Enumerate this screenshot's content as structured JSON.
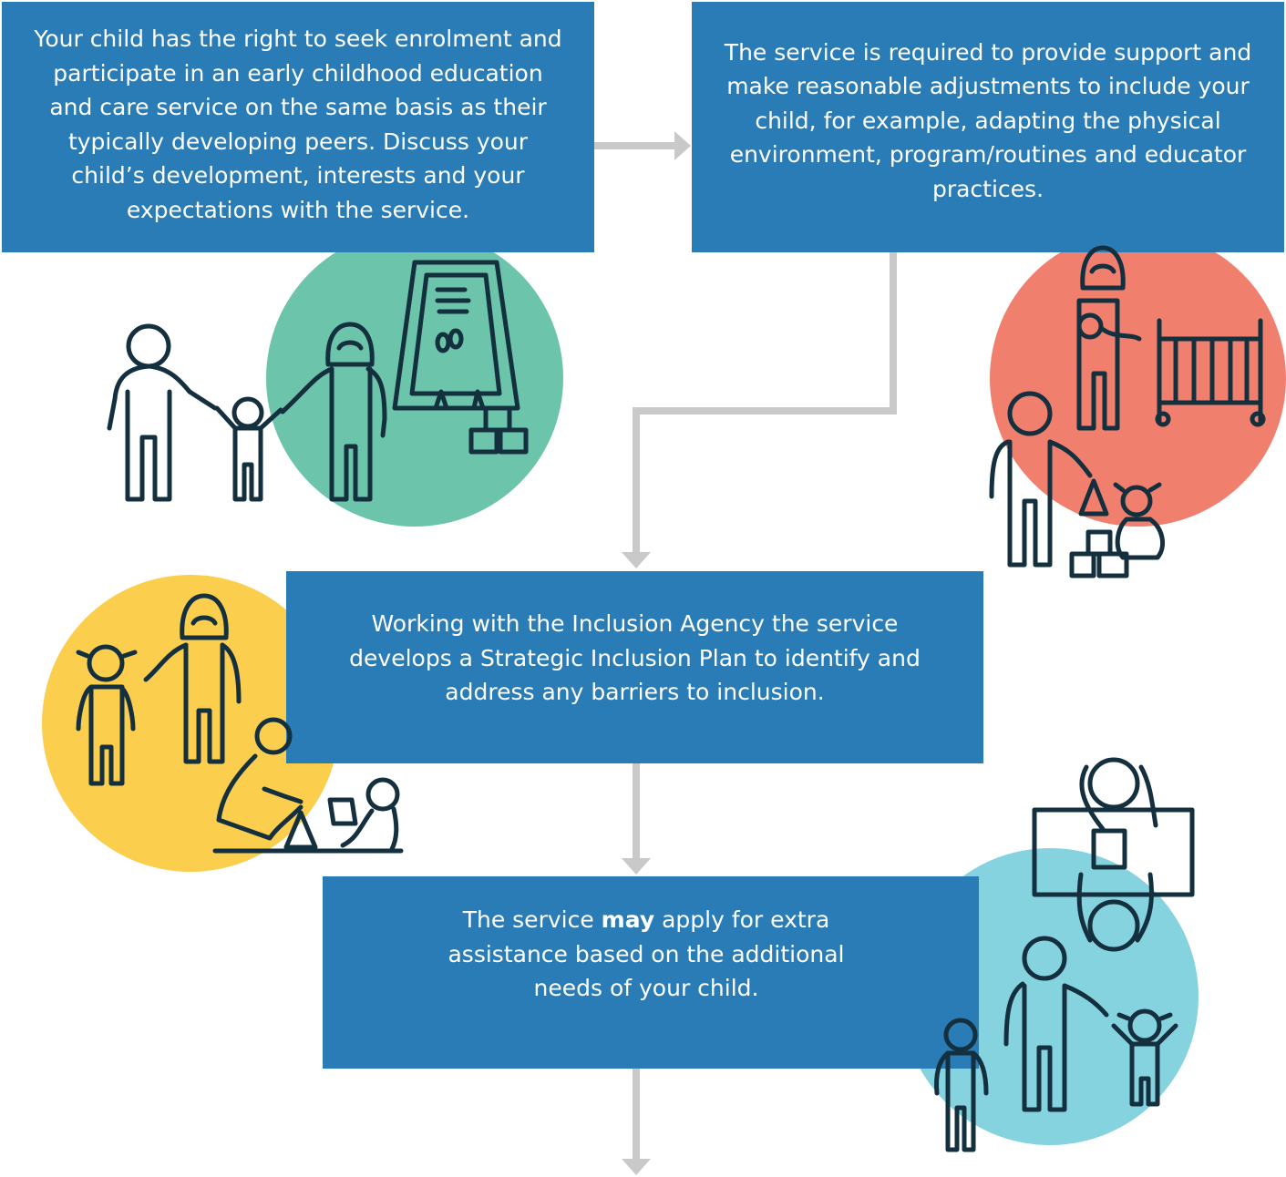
{
  "steps": [
    {
      "id": "enrolment",
      "text": "Your child has the right to seek enrolment and participate in an early childhood education and care service on the same basis as their typically developing peers. Discuss your child’s development, interests and your expectations with the service."
    },
    {
      "id": "adjustments",
      "text": "The service is required to provide support and make reasonable adjustments to include your child, for example, adapting the physical environment, program/routines and educator practices."
    },
    {
      "id": "inclusion-plan",
      "text": "Working with the Inclusion Agency the service develops a Strategic Inclusion Plan to identify and address any barriers to inclusion."
    },
    {
      "id": "extra-assistance",
      "text_before": "The service ",
      "text_bold": "may",
      "text_after": " apply for extra assistance based on the additional needs of your child."
    }
  ],
  "illustrations": [
    {
      "icon": "family-at-childcare-icon",
      "circle_color": "#6cc5aa"
    },
    {
      "icon": "educators-with-children-icon",
      "circle_color": "#f07f6e"
    },
    {
      "icon": "children-playing-icon",
      "circle_color": "#fcce4e"
    },
    {
      "icon": "meeting-and-family-icon",
      "circle_color": "#86d3e0"
    }
  ],
  "colors": {
    "box": "#2a7cb6",
    "connector": "#c9c9c9",
    "line_art": "#14303f"
  }
}
